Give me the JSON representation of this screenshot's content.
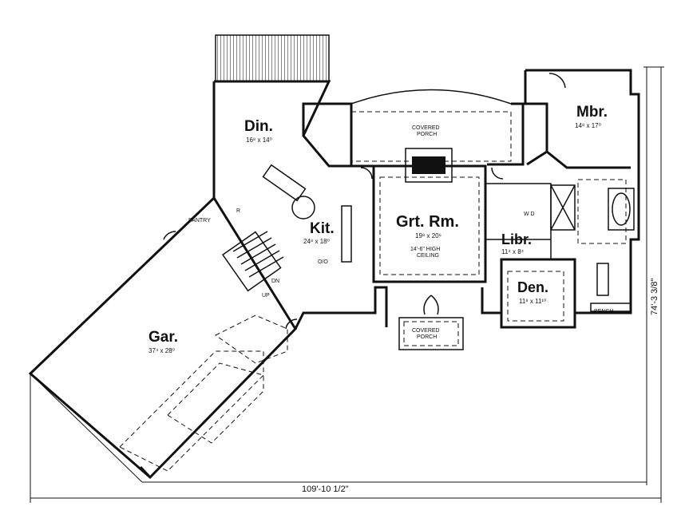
{
  "rooms": {
    "din": {
      "name": "Din.",
      "size": "16⁸ x 14⁰"
    },
    "kit": {
      "name": "Kit.",
      "size": "24⁸ x 18⁰"
    },
    "grt": {
      "name": "Grt. Rm.",
      "size": "19⁸ x 20⁶",
      "note1": "14'-6\" HIGH",
      "note2": "CEILING"
    },
    "mbr": {
      "name": "Mbr.",
      "size": "14⁸ x 17⁰"
    },
    "libr": {
      "name": "Libr.",
      "size": "11⁴ x 8⁴"
    },
    "den": {
      "name": "Den.",
      "size": "11⁸ x 11¹⁰"
    },
    "gar": {
      "name": "Gar.",
      "size": "37⁴ x 28⁰"
    }
  },
  "labels": {
    "covered_porch_top_1": "COVERED",
    "covered_porch_top_2": "PORCH",
    "covered_porch_bottom_1": "COVERED",
    "covered_porch_bottom_2": "PORCH",
    "pantry": "PANTRY",
    "dn": "DN",
    "up": "UP",
    "r": "R",
    "wd": "W D",
    "bench": "BENCH",
    "oo": "O/O"
  },
  "dimensions": {
    "width": "109'-10 1/2\"",
    "depth": "74'-3 3/8\""
  }
}
